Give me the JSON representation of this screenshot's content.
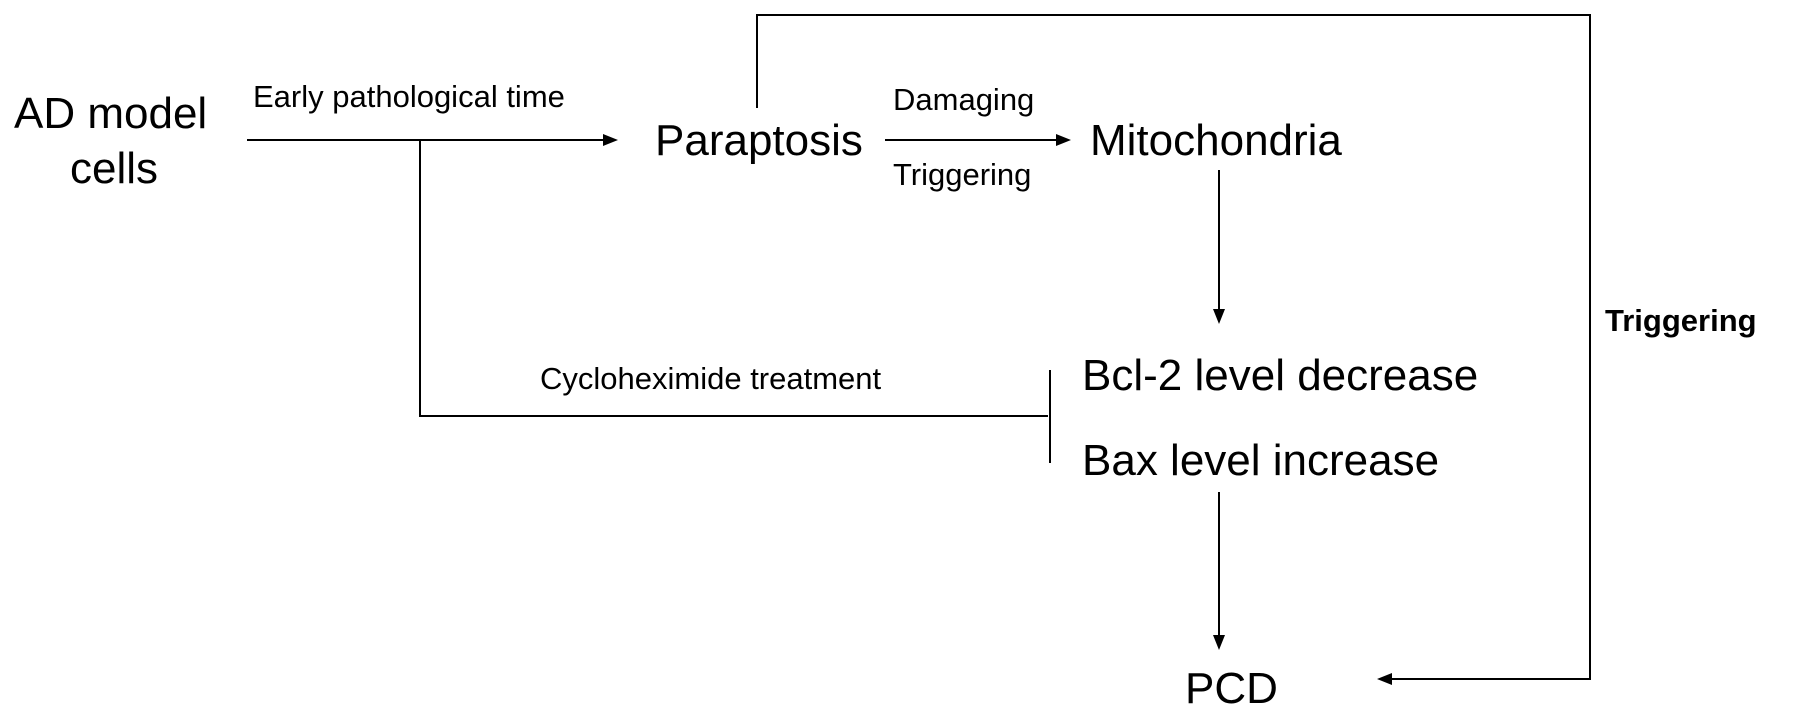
{
  "nodes": {
    "ad_model_line1": "AD model",
    "ad_model_line2": "cells",
    "paraptosis": "Paraptosis",
    "mitochondria": "Mitochondria",
    "bcl2": "Bcl-2 level decrease",
    "bax": "Bax level increase",
    "pcd": "PCD"
  },
  "edges": {
    "early_time": "Early pathological time",
    "damaging": "Damaging",
    "triggering_lower": "Triggering",
    "cycloheximide": "Cycloheximide treatment",
    "triggering_right": "Triggering"
  }
}
